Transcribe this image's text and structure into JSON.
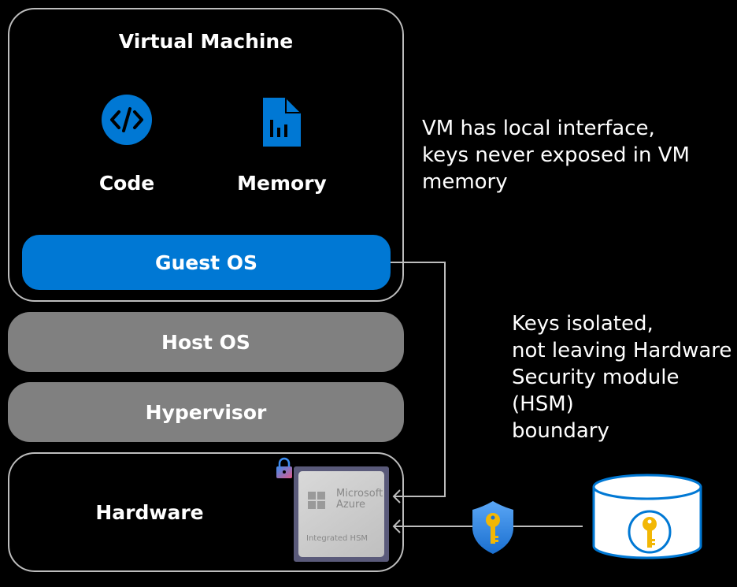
{
  "vm": {
    "title": "Virtual Machine",
    "code_label": "Code",
    "memory_label": "Memory",
    "guest_os": "Guest OS"
  },
  "layers": {
    "host_os": "Host OS",
    "hypervisor": "Hypervisor"
  },
  "hardware": {
    "label": "Hardware",
    "chip_brand_line1": "Microsoft",
    "chip_brand_line2": "Azure",
    "chip_caption": "Integrated HSM"
  },
  "notes": {
    "vm_note": [
      "VM has local interface,",
      "keys never exposed in VM",
      "memory"
    ],
    "hsm_note": [
      "Keys isolated,",
      "not leaving Hardware",
      "Security module (HSM)",
      "boundary"
    ]
  },
  "colors": {
    "accent": "#0078d4",
    "layer_gray": "#808080",
    "border": "#bdbdbd",
    "key_gold": "#f2b705"
  }
}
